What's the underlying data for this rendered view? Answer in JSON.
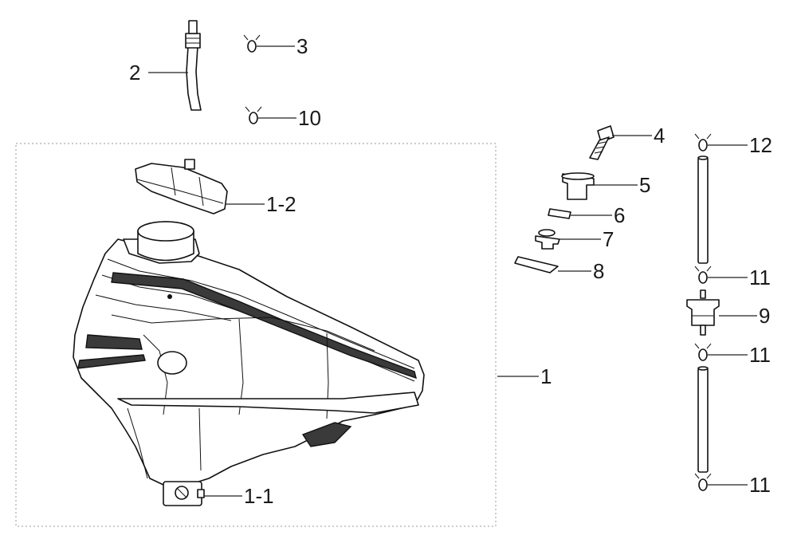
{
  "callouts": {
    "c1": "1",
    "c1_1": "1-1",
    "c1_2": "1-2",
    "c2": "2",
    "c3": "3",
    "c4": "4",
    "c5": "5",
    "c6": "6",
    "c7": "7",
    "c8": "8",
    "c9": "9",
    "c10": "10",
    "c11a": "11",
    "c11b": "11",
    "c11c": "11",
    "c12": "12"
  }
}
